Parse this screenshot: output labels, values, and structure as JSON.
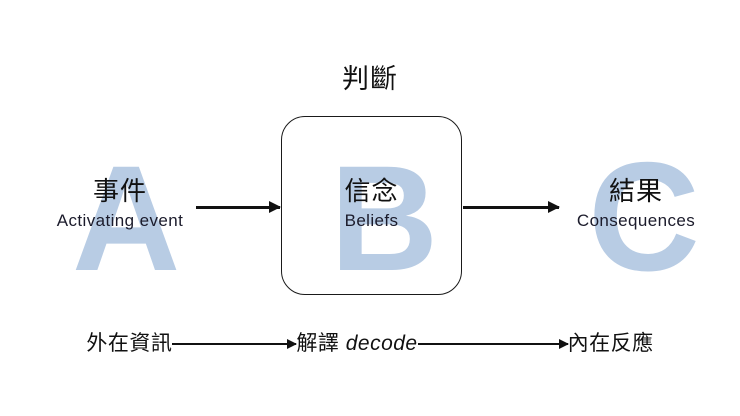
{
  "diagram": {
    "title": "判斷",
    "background_color": "#ffffff",
    "accent_color": "#b8cce4",
    "line_color": "#111111"
  },
  "ghost_letters": {
    "a": "A",
    "b": "B",
    "c": "C"
  },
  "nodes": [
    {
      "key": "a",
      "chinese": "事件",
      "english": "Activating event",
      "letter": "A"
    },
    {
      "key": "b",
      "chinese": "信念",
      "english": "Beliefs",
      "letter": "B"
    },
    {
      "key": "c",
      "chinese": "結果",
      "english": "Consequences",
      "letter": "C"
    }
  ],
  "arrows": {
    "a_to_b": "arrow-right",
    "b_to_c": "arrow-right"
  },
  "bottom_flow": {
    "step1": "外在資訊",
    "step2_cn": "解譯",
    "step2_en": "decode",
    "step3": "內在反應",
    "arrow1": "arrow-right",
    "arrow2": "arrow-right"
  }
}
